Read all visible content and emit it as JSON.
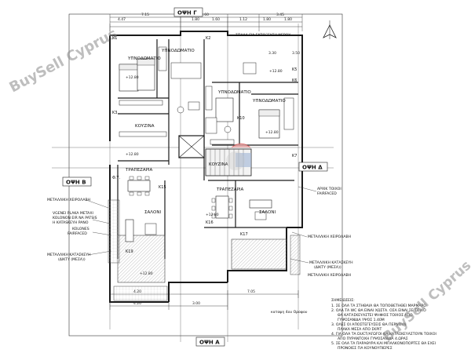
{
  "watermark": {
    "text": "BuySell Cyprus",
    "text2": "BuySell Cyprus"
  },
  "views": {
    "top": "ΟΨΗ Γ",
    "left": "ΟΨΗ Β",
    "right": "ΟΨΗ Δ",
    "bottom": "ΟΨΗ Α"
  },
  "rooms": {
    "bed1": "ΥΠΝΟΔΩΜΑΤΙΟ",
    "bed2": "ΥΠΝΟΔΩΜΑΤΙΟ",
    "bed3": "ΥΠΝΟΔΩΜΑΤΙΟ",
    "bed4": "ΥΠΝΟΔΩΜΑΤΙΟ",
    "kitchen1": "ΚΟΥΖΙΝΑ",
    "kitchen2": "ΚΟΥΖΙΝΑ",
    "dining1": "ΤΡΑΠΕΖΑΡΙΑ",
    "dining2": "ΤΡΑΠΕΖΑΡΙΑ",
    "living1": "ΣΑΛΟΝΙ",
    "living2": "ΣΑΛΟΝΙ"
  },
  "tags": [
    "K1",
    "K2",
    "K3",
    "K5",
    "K6",
    "K7",
    "K10",
    "K15",
    "K16",
    "K17",
    "K19",
    "Φ.Υ."
  ],
  "dims_top": [
    "7.15",
    "3.60",
    "3.45",
    "4.47",
    "1.80",
    "1.60",
    "1.12",
    "1.80",
    "1.80"
  ],
  "dims_bottom": [
    "4.20",
    "4.20",
    "7.05",
    "3.00"
  ],
  "levels": [
    "+12.80",
    "+12.80",
    "+12.80",
    "+12.80",
    "+12.80",
    "+12.80",
    "3.30",
    "3.50"
  ],
  "annotations": {
    "left1": "ΜΕΤΑΛΛΙΚΗ ΧΕΙΡΟΛΑΒΗ",
    "left2": "VGENEI PLAKA METAXI",
    "left3": "KOLONON EIR NA PATSIS",
    "left4": "H KATASKEYH PANO",
    "left5": "KOLONES",
    "left6": "FAIRFACED",
    "left7": "ΜΕΤΑΛΛΙΚΗ ΚΑΤΑΣΚΕΥΗ",
    "left8": "(ΔΙΚΤΥ (ΜΕΣΑ))",
    "right1": "ΑΡΧΙΚ ΤΟΙΧΟΙ",
    "right2": "FAIRFACED",
    "right3": "ΜΕΤΑΛΛΙΚΗ ΧΕΙΡΟΛΑΒΗ",
    "right4": "ΜΕΤΑΛΛΙΚΗ ΚΑΤΑΣΚΕΥΗ",
    "right5": "(ΔΙΚΤΥ (ΜΕΣΑ))",
    "right6": "ΜΕΤΑΛΛΙΚΗ ΧΕΙΡΟΛΑΒΗ",
    "topnote": "ΣΠΑΛΑ ΓΙΑ ΕΚΤΟΞΕΥΣΗ ΝΕΡΟΥ",
    "bottom_caption": "κατοψη 4ου Οροφου"
  },
  "notes": {
    "title": "ΣΗΜΕΙΩΣΕΙΣ:",
    "lines": [
      "1. ΣΕ ΟΛΑ ΤΑ ΣΤΗΘΑΙΑ ΘΑ ΤΟΠΟΘΕΤΗΘΕΙ ΜΑΡΜΑΡΟ",
      "2. ΟΛΑ ΤΑ WC ΘΑ ΕΙΝΑΙ ΧΩΣΤΑ. ΟΣΑ ΕΙΝΑΙ ΣΕ ΤΟΙΧΟ",
      "ΘΑ ΚΑΤΑΣΚΕΥΑΣΤΕΙ ΨΗΦΙΟΣ ΤΟΙΧΟΣ ΑΠΟ",
      "ΓΥΨΟΣΑΝΙΔΑ ΥΨΟΣ 1.40Μ",
      "3. ΟΛΕΣ ΟΙ ΑΠΟΣΤΕΓΕΥΣΕΙΣ ΘΑ ΠΕΡΝΟΥΝ",
      "ΠΛΑΚΑ ΜΕΣΑ ΑΠΟ ΣΚΡΙΤ",
      "4. ΓΙΑ ΟΛΑ ΤΑ DUCT/ΑΓΩΓΟΙ ΘΑ ΚΑΤΑΣΚΕΥΑΣΤΟΥΝ ΤΟΙΧΟΙ",
      "ΑΠΟ ΠΥΡΑΝΤΟΧΗ ΓΥΨΟΣΑΝΙΔΑ 4.ΩΡΑΣ",
      "5. ΣΕ ΟΛΑ ΤΑ ΠΑΡΑΘΥΡΑ ΚΑΙ ΜΠΑΛΚΟΝΟΠΟΡΤΕΣ ΘΑ ΕΧΕΙ",
      "ΠΡΟΝΟΙΕΣ ΓΙΑ ΚΟΥΝΟΥΠΙΕΡΕΣ"
    ]
  },
  "colors": {
    "line": "#1a1a1a",
    "grid": "#555555",
    "hatch": "#777777",
    "stair_red": "#d64545",
    "stair_blue": "#4a6fa5"
  }
}
